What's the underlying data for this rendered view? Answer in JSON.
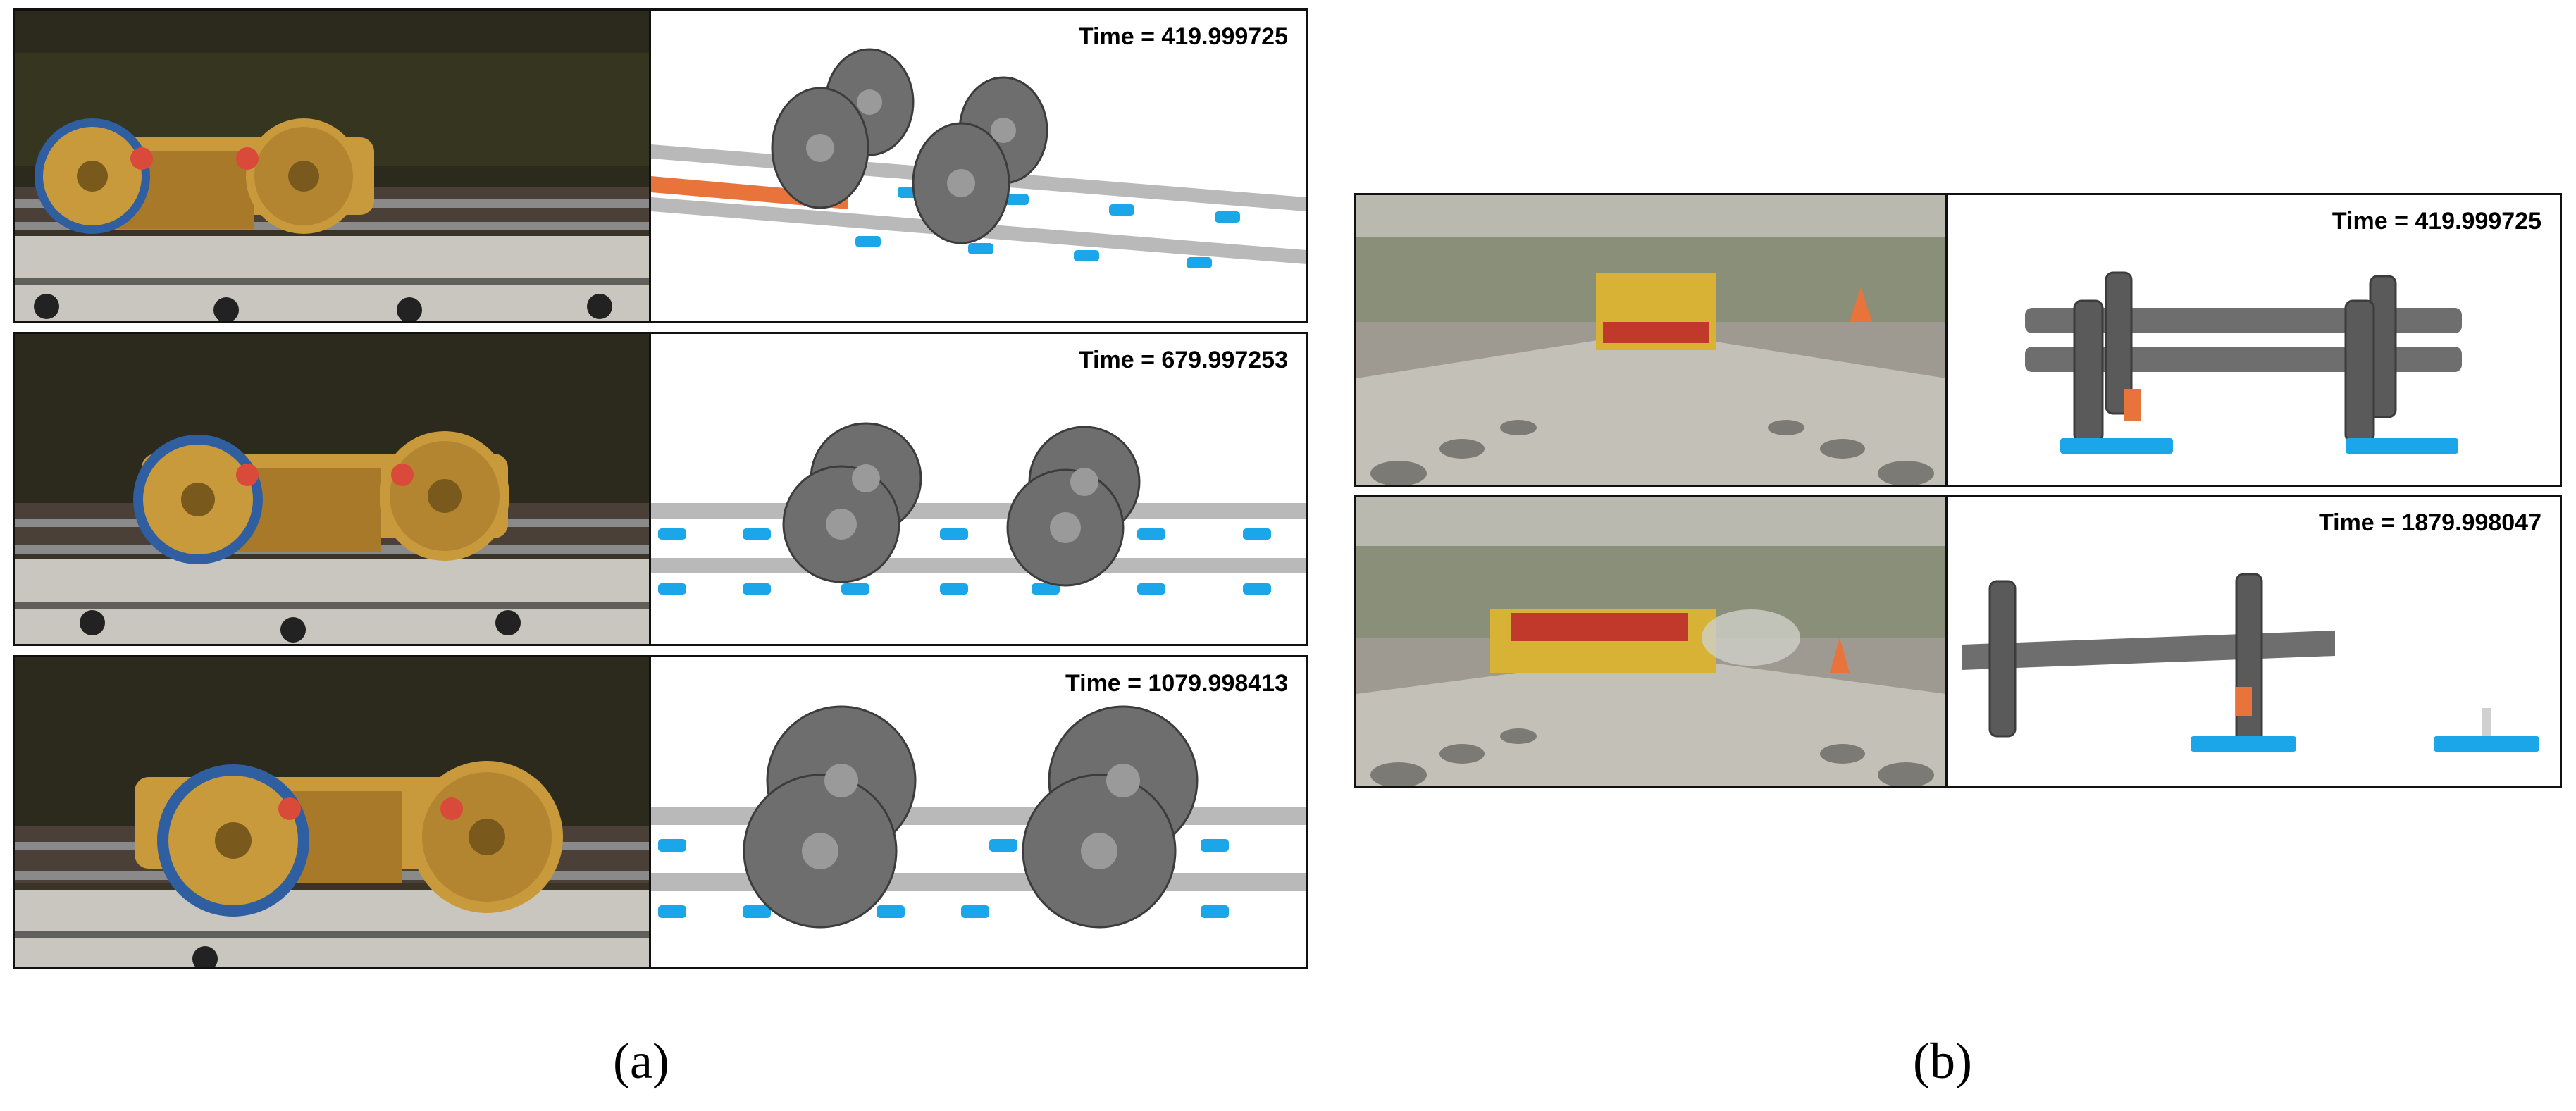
{
  "figure": {
    "panel_a": {
      "caption": "(a)",
      "rows": [
        {
          "photo_icon": "bogie-side-view-photo",
          "sim_icon": "wheelset-simulation-oblique",
          "time_label": "Time = 419.999725"
        },
        {
          "photo_icon": "bogie-side-view-photo",
          "sim_icon": "wheelset-simulation-oblique",
          "time_label": "Time = 679.997253"
        },
        {
          "photo_icon": "bogie-side-view-photo",
          "sim_icon": "wheelset-simulation-oblique",
          "time_label": "Time = 1079.998413"
        }
      ]
    },
    "panel_b": {
      "caption": "(b)",
      "rows": [
        {
          "photo_icon": "bogie-front-view-photo",
          "sim_icon": "wheelset-simulation-front",
          "time_label": "Time = 419.999725"
        },
        {
          "photo_icon": "bogie-front-view-photo",
          "sim_icon": "wheelset-simulation-front",
          "time_label": "Time = 1879.998047"
        }
      ]
    },
    "colors": {
      "bogie_yellow": "#c89a3c",
      "wheel_blue": "#2f5fa0",
      "sim_wheel_gray": "#6e6e6e",
      "sleeper_pad_blue": "#1aa6e8",
      "rail_gray": "#b9b9b9",
      "impact_orange": "#e8743b"
    }
  }
}
